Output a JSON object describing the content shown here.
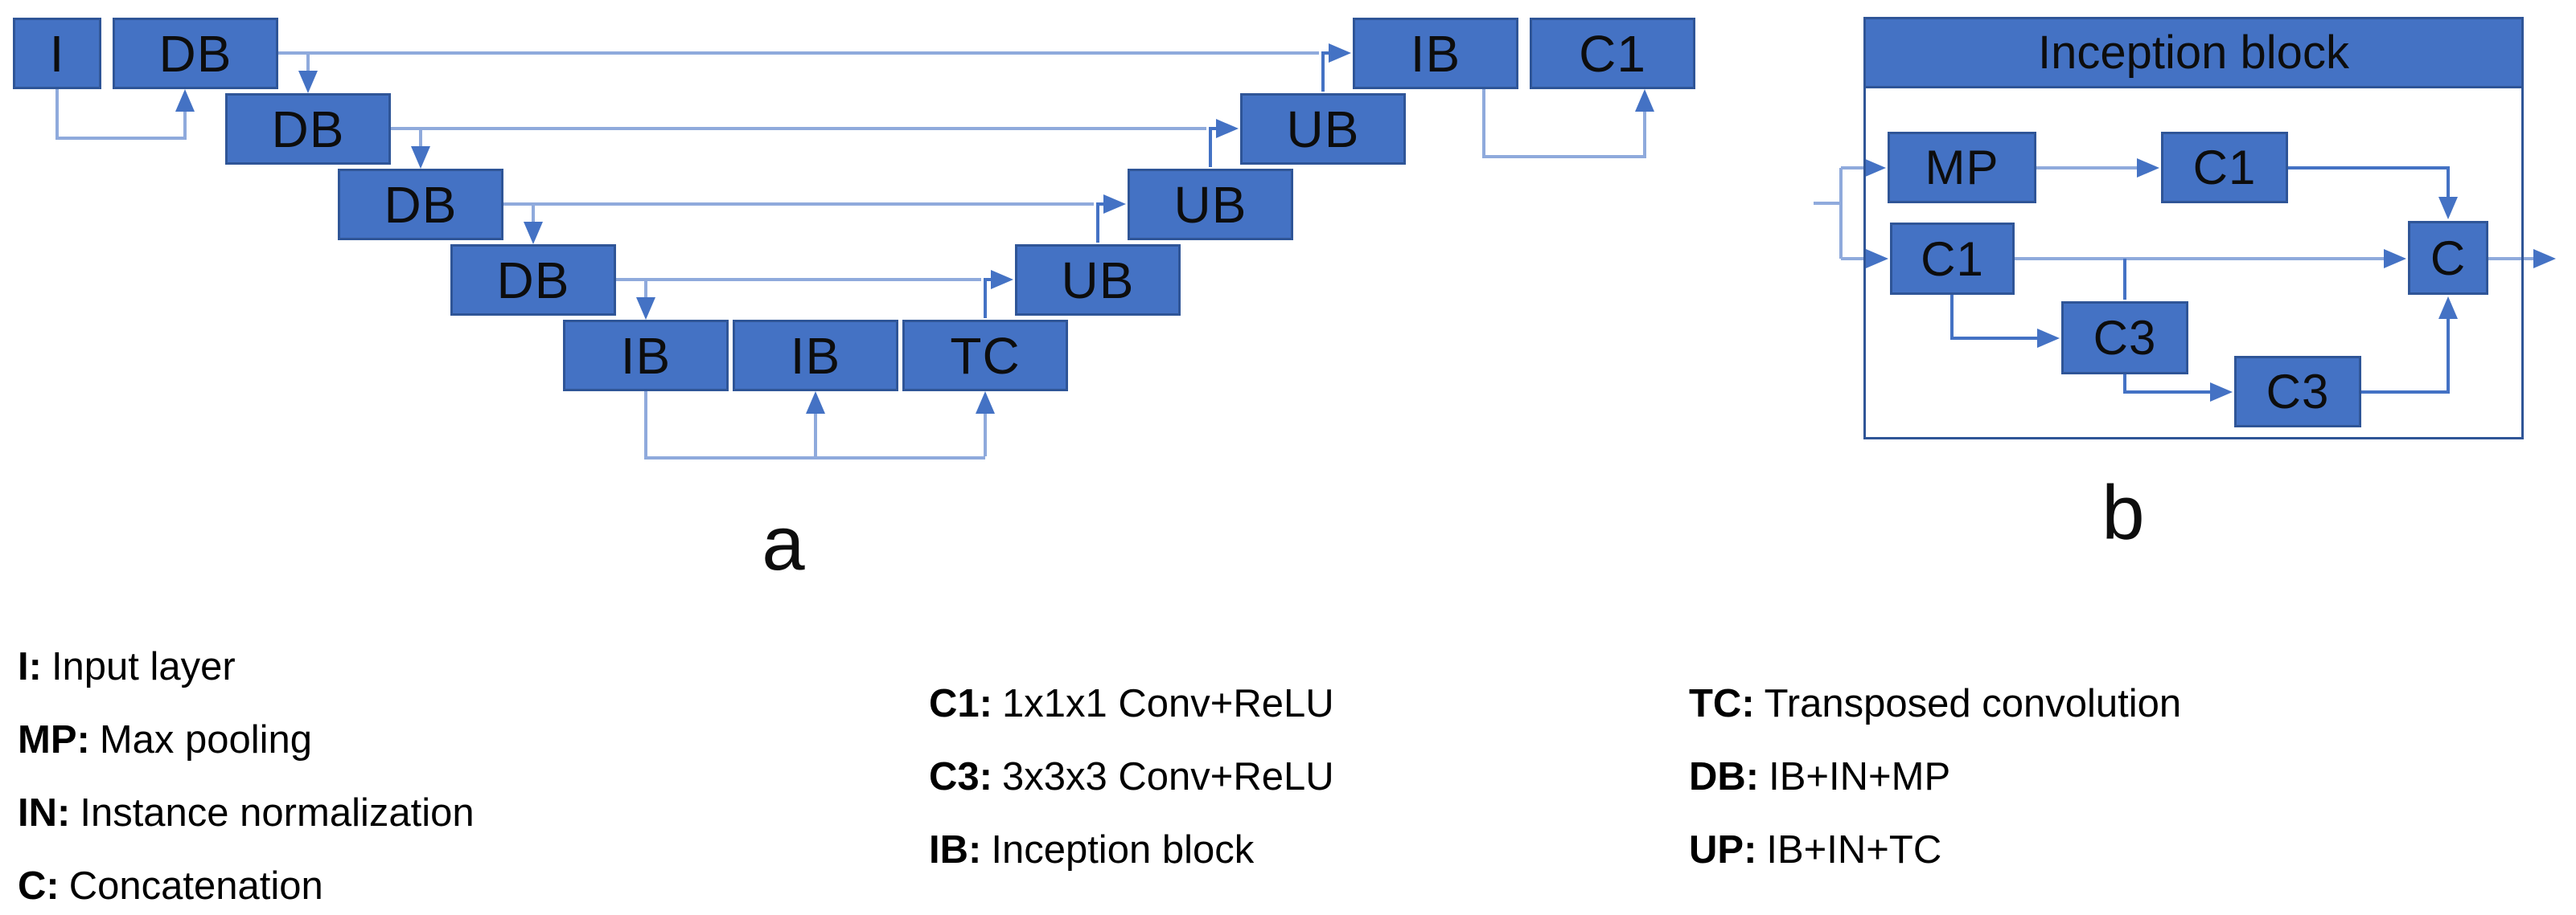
{
  "figure": {
    "panel_a": {
      "label": "a",
      "input_block": "I",
      "down_blocks": [
        "DB",
        "DB",
        "DB",
        "DB"
      ],
      "bottom_blocks": [
        "IB",
        "IB",
        "TC"
      ],
      "up_blocks": [
        "UB",
        "UB",
        "UB"
      ],
      "top_ib": "IB",
      "top_c1": "C1"
    },
    "panel_b": {
      "label": "b",
      "title": "Inception block",
      "mp": "MP",
      "c1_top": "C1",
      "c1_main": "C1",
      "c3_first": "C3",
      "c3_second": "C3",
      "concat": "C"
    },
    "legend": {
      "col1": [
        {
          "abbr": "I:",
          "desc": "Input layer"
        },
        {
          "abbr": "MP:",
          "desc": "Max pooling"
        },
        {
          "abbr": "IN:",
          "desc": "Instance normalization"
        },
        {
          "abbr": "C:",
          "desc": "Concatenation"
        }
      ],
      "col2": [
        {
          "abbr": "C1:",
          "desc": "1x1x1 Conv+ReLU"
        },
        {
          "abbr": "C3:",
          "desc": "3x3x3 Conv+ReLU"
        },
        {
          "abbr": "IB:",
          "desc": "Inception block"
        }
      ],
      "col3": [
        {
          "abbr": "TC:",
          "desc": "Transposed convolution"
        },
        {
          "abbr": "DB:",
          "desc": "IB+IN+MP"
        },
        {
          "abbr": "UP:",
          "desc": "IB+IN+TC"
        }
      ]
    },
    "colors": {
      "block_fill": "#4472C4",
      "block_border": "#2F5597",
      "connector_light": "#8FAADC",
      "connector_dark": "#4472C4",
      "text": "#0D0D0D"
    }
  }
}
